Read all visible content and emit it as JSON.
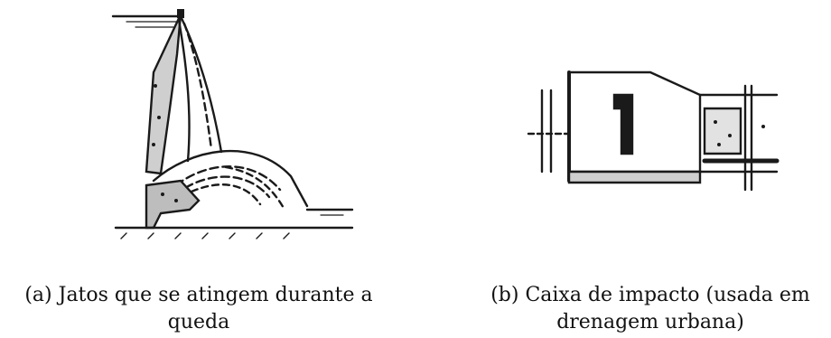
{
  "figures": [
    {
      "id": "a",
      "caption_line1": "(a) Jatos que se atingem durante a",
      "caption_line2": "queda"
    },
    {
      "id": "b",
      "caption_line1": "(b) Caixa de impacto (usada em",
      "caption_line2": "drenagem urbana)"
    }
  ],
  "colors": {
    "ink": "#1a1a1a",
    "paper": "#ffffff"
  }
}
